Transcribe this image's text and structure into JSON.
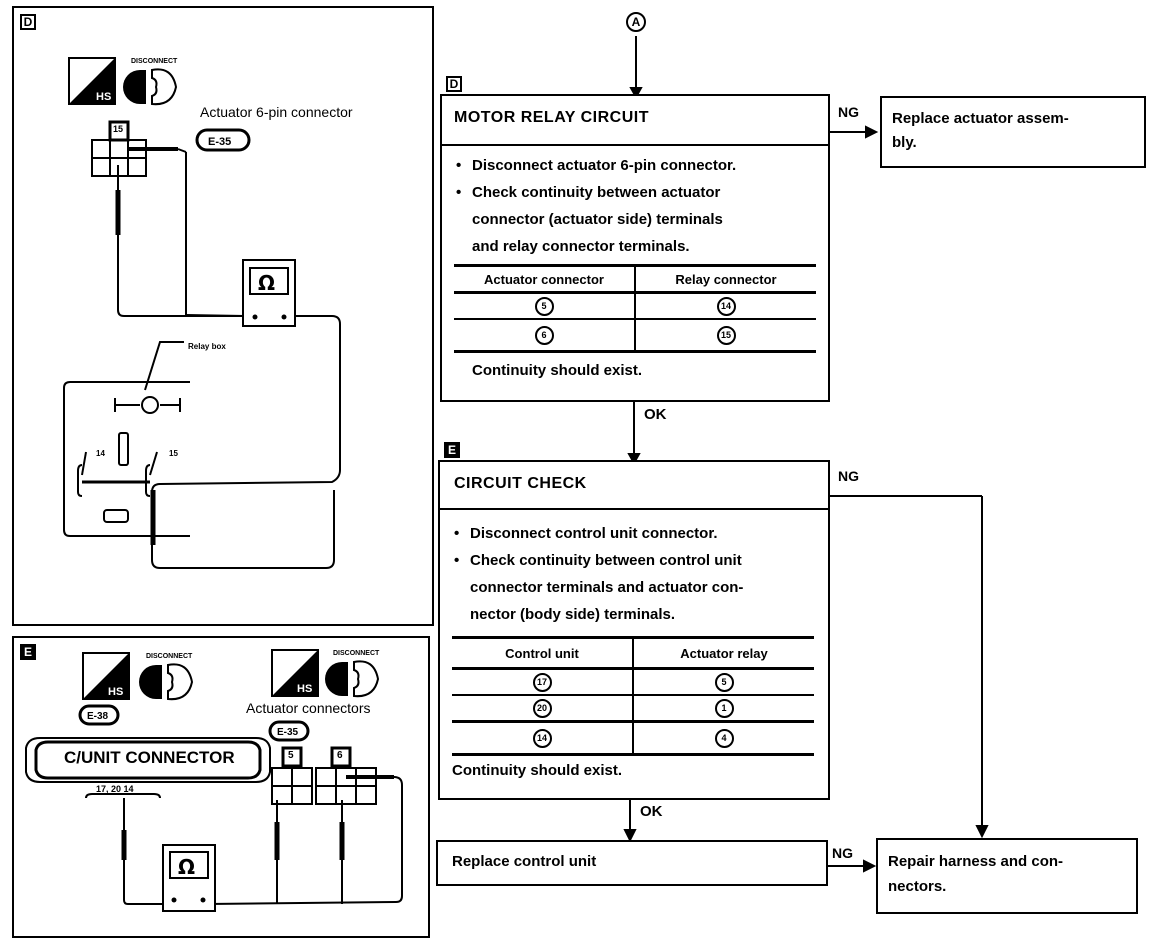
{
  "top_marker": "A",
  "left_panel_d": {
    "tag": "D",
    "label_connector": "Actuator 6-pin connector",
    "connector_code": "E-35",
    "label_relay_box": "Relay box",
    "pin_top": "15",
    "pin_left": "14",
    "pin_right": "15",
    "ohm_symbol": "Ω",
    "icon_conn_label": "DISCONNECT",
    "icon_hs_label": "H.S."
  },
  "left_panel_e": {
    "tag": "E",
    "cunit_label": "C/UNIT CONNECTOR",
    "cunit_code": "E-38",
    "cunit_pins": "17, 20  14",
    "actuator_label": "Actuator connectors",
    "actuator_code": "E-35",
    "conn_a_tag": "5",
    "conn_b_tag": "6",
    "ohm_symbol": "Ω",
    "icon_conn_label": "DISCONNECT",
    "icon_hs_label": "H.S."
  },
  "flow": {
    "step_d": {
      "tag": "D",
      "title": "MOTOR RELAY CIRCUIT",
      "bullets": [
        "Disconnect actuator 6-pin connector.",
        "Check continuity between actuator"
      ],
      "cont_lines": [
        "connector (actuator side) terminals",
        "and relay connector terminals."
      ],
      "table": {
        "headers": [
          "Actuator connector",
          "Relay connector"
        ],
        "rows": [
          [
            "5",
            "14"
          ],
          [
            "6",
            "15"
          ]
        ]
      },
      "footer": "Continuity should exist.",
      "ng_label": "NG",
      "ok_label": "OK"
    },
    "result_d_ng": {
      "line1": "Replace actuator assem-",
      "line2": "bly."
    },
    "step_e": {
      "tag": "E",
      "title": "CIRCUIT CHECK",
      "bullets": [
        "Disconnect control unit connector.",
        "Check continuity between control unit"
      ],
      "cont_lines": [
        "connector terminals and actuator con-",
        "nector (body side) terminals."
      ],
      "table": {
        "headers": [
          "Control unit",
          "Actuator relay"
        ],
        "rows": [
          [
            "17",
            "5"
          ],
          [
            "20",
            "1"
          ],
          [
            "14",
            "4"
          ]
        ]
      },
      "footer": "Continuity should exist.",
      "ng_label": "NG",
      "ok_label": "OK"
    },
    "result_replace_cu": {
      "text": "Replace control unit",
      "ng_label": "NG"
    },
    "result_repair": {
      "line1": "Repair harness and con-",
      "line2": "nectors."
    }
  }
}
